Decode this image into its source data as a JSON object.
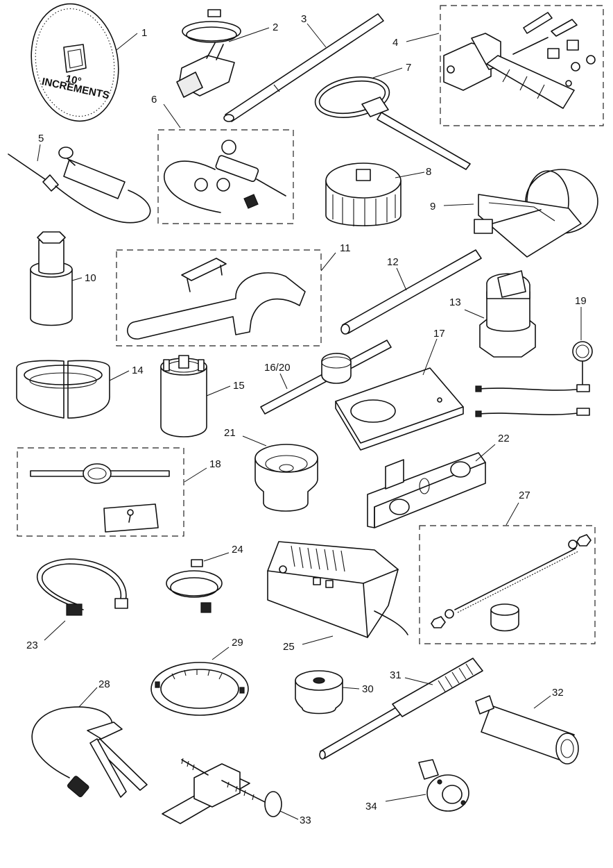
{
  "diagram": {
    "dial_text": {
      "line1": "10°",
      "line2": "INCREMENTS"
    },
    "callouts": {
      "c1": "1",
      "c2": "2",
      "c3": "3",
      "c4": "4",
      "c5": "5",
      "c6": "6",
      "c7": "7",
      "c8": "8",
      "c9": "9",
      "c10": "10",
      "c11": "11",
      "c12": "12",
      "c13": "13",
      "c14": "14",
      "c15": "15",
      "c16_20": "16/20",
      "c17": "17",
      "c18": "18",
      "c19": "19",
      "c21": "21",
      "c22": "22",
      "c23": "23",
      "c24": "24",
      "c25": "25",
      "c27": "27",
      "c28": "28",
      "c29": "29",
      "c30": "30",
      "c31": "31",
      "c32": "32",
      "c33": "33",
      "c34": "34"
    }
  }
}
